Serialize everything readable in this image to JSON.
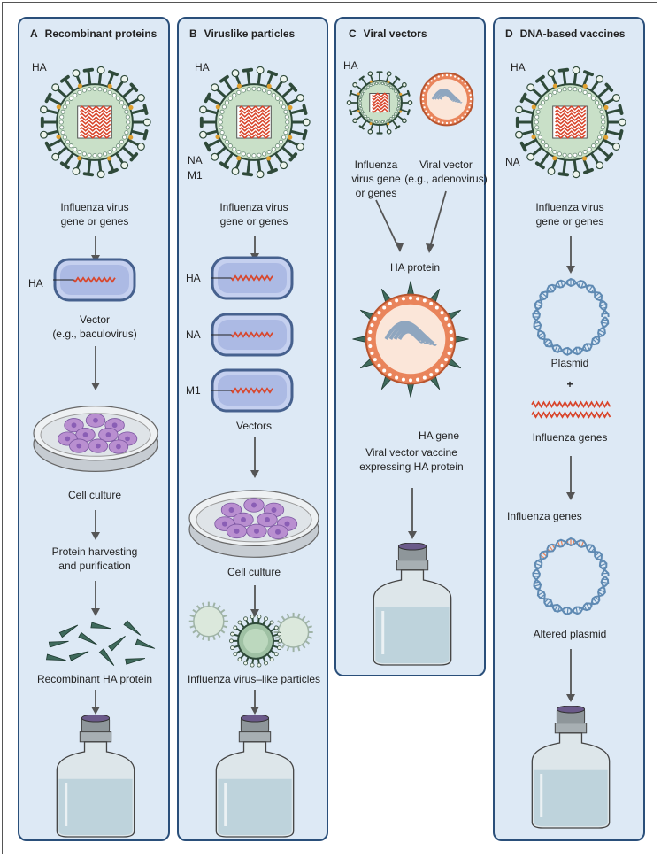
{
  "panels": {
    "a": {
      "letter": "A",
      "title": "Recombinant proteins",
      "ha": "HA",
      "source": [
        "Influenza virus",
        "gene or genes"
      ],
      "vector": [
        "Vector",
        "(e.g., baculovirus)"
      ],
      "vector_label": "HA",
      "culture": "Cell culture",
      "harvest": [
        "Protein harvesting",
        "and purification"
      ],
      "product": "Recombinant HA protein"
    },
    "b": {
      "letter": "B",
      "title": "Viruslike particles",
      "ha": "HA",
      "na": "NA",
      "m1": "M1",
      "source": [
        "Influenza virus",
        "gene or genes"
      ],
      "vec_labels": [
        "HA",
        "NA",
        "M1"
      ],
      "vectors": "Vectors",
      "culture": "Cell culture",
      "product": "Influenza virus–like particles"
    },
    "c": {
      "letter": "C",
      "title": "Viral vectors",
      "ha": "HA",
      "source1": [
        "Influenza",
        "virus gene",
        "or genes"
      ],
      "source2": [
        "Viral vector",
        "(e.g., adenovirus)"
      ],
      "ha_protein": "HA protein",
      "ha_gene": "HA gene",
      "product": [
        "Viral vector vaccine",
        "expressing HA protein"
      ]
    },
    "d": {
      "letter": "D",
      "title": "DNA-based vaccines",
      "ha": "HA",
      "na": "NA",
      "source": [
        "Influenza virus",
        "gene or genes"
      ],
      "plasmid": "Plasmid",
      "plus": "+",
      "genes": "Influenza genes",
      "genes2": "Influenza genes",
      "altered": "Altered plasmid"
    }
  },
  "colors": {
    "panel_bg": "#dde9f5",
    "panel_border": "#2a4f7a",
    "virus_fill": "#c9e0c8",
    "virus_edge": "#2f4a3a",
    "gene_red": "#d8462c",
    "vector_blue": "#8f9fd8",
    "dna_blue": "#5f8ab3",
    "gene_orange": "#e9845b",
    "cell_purple": "#b98fd0",
    "vial_glass": "#b9cfd9"
  },
  "icons": [
    "influenza-virion-icon",
    "gene-vector-icon",
    "petri-dish-icon",
    "ha-protein-icon",
    "vaccine-vial-icon",
    "adenovirus-icon",
    "plasmid-icon",
    "down-arrow-icon",
    "viruslike-particle-icon"
  ]
}
